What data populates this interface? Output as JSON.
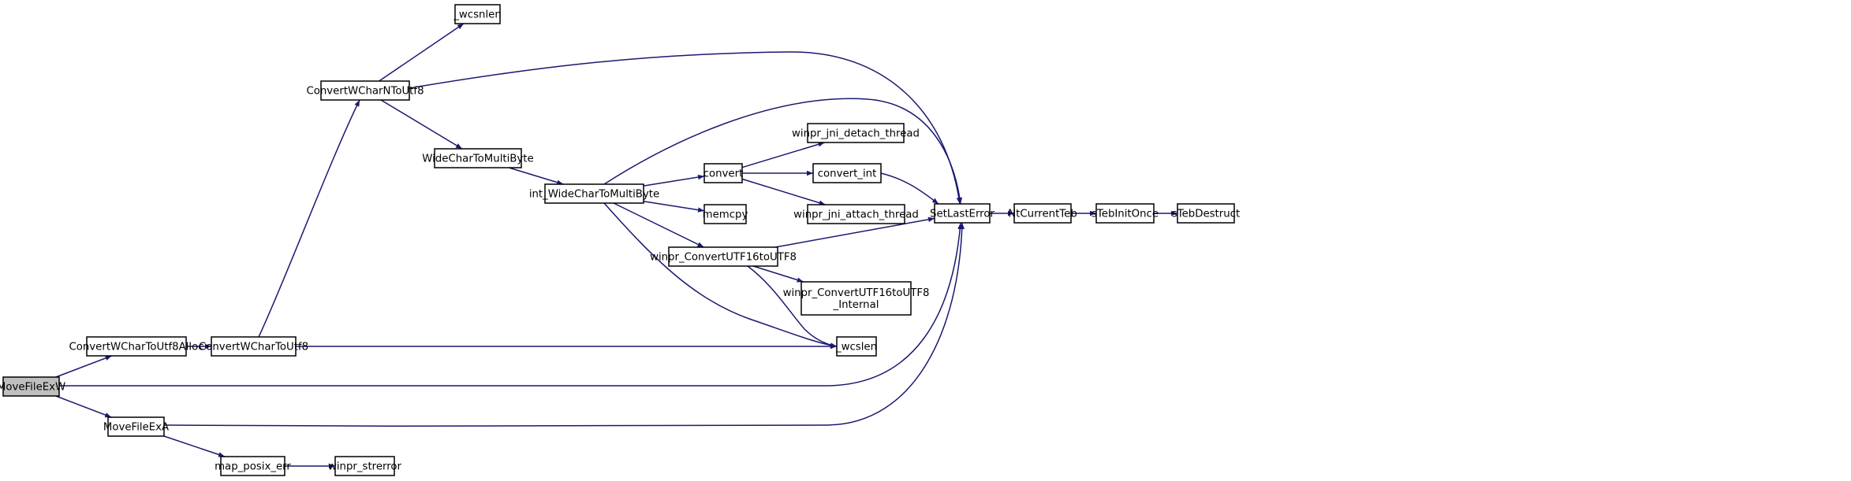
{
  "diagram": {
    "type": "call-graph",
    "colors": {
      "edge": "#191970",
      "root_fill": "#bfbfbf",
      "node_fill": "#ffffff",
      "node_border": "#000000"
    },
    "nodes": [
      {
        "id": "MoveFileExW",
        "lines": [
          "MoveFileExW"
        ],
        "root": true
      },
      {
        "id": "ConvertWCharToUtf8Alloc",
        "lines": [
          "ConvertWCharToUtf8Alloc"
        ]
      },
      {
        "id": "ConvertWCharToUtf8",
        "lines": [
          "ConvertWCharToUtf8"
        ]
      },
      {
        "id": "ConvertWCharNToUtf8",
        "lines": [
          "ConvertWCharNToUtf8"
        ]
      },
      {
        "id": "_wcsnlen",
        "lines": [
          "_wcsnlen"
        ]
      },
      {
        "id": "WideCharToMultiByte",
        "lines": [
          "WideCharToMultiByte"
        ]
      },
      {
        "id": "int_WideCharToMultiByte",
        "lines": [
          "int_WideCharToMultiByte"
        ]
      },
      {
        "id": "convert",
        "lines": [
          "convert"
        ]
      },
      {
        "id": "winpr_jni_detach_thread",
        "lines": [
          "winpr_jni_detach_thread"
        ]
      },
      {
        "id": "convert_int",
        "lines": [
          "convert_int"
        ]
      },
      {
        "id": "winpr_jni_attach_thread",
        "lines": [
          "winpr_jni_attach_thread"
        ]
      },
      {
        "id": "memcpy",
        "lines": [
          "memcpy"
        ]
      },
      {
        "id": "winpr_ConvertUTF16toUTF8",
        "lines": [
          "winpr_ConvertUTF16toUTF8"
        ]
      },
      {
        "id": "winpr_ConvertUTF16toUTF8_Internal",
        "lines": [
          "winpr_ConvertUTF16toUTF8",
          "_Internal"
        ]
      },
      {
        "id": "_wcslen",
        "lines": [
          "_wcslen"
        ]
      },
      {
        "id": "SetLastError",
        "lines": [
          "SetLastError"
        ]
      },
      {
        "id": "NtCurrentTeb",
        "lines": [
          "NtCurrentTeb"
        ]
      },
      {
        "id": "sTebInitOnce",
        "lines": [
          "sTebInitOnce"
        ]
      },
      {
        "id": "sTebDestruct",
        "lines": [
          "sTebDestruct"
        ]
      },
      {
        "id": "MoveFileExA",
        "lines": [
          "MoveFileExA"
        ]
      },
      {
        "id": "map_posix_err",
        "lines": [
          "map_posix_err"
        ]
      },
      {
        "id": "winpr_strerror",
        "lines": [
          "winpr_strerror"
        ]
      }
    ],
    "edges": [
      {
        "from": "MoveFileExW",
        "to": "ConvertWCharToUtf8Alloc"
      },
      {
        "from": "MoveFileExW",
        "to": "SetLastError"
      },
      {
        "from": "MoveFileExW",
        "to": "MoveFileExA"
      },
      {
        "from": "ConvertWCharToUtf8Alloc",
        "to": "ConvertWCharToUtf8"
      },
      {
        "from": "ConvertWCharToUtf8",
        "to": "ConvertWCharNToUtf8"
      },
      {
        "from": "ConvertWCharToUtf8",
        "to": "_wcslen"
      },
      {
        "from": "ConvertWCharNToUtf8",
        "to": "_wcsnlen"
      },
      {
        "from": "ConvertWCharNToUtf8",
        "to": "SetLastError"
      },
      {
        "from": "ConvertWCharNToUtf8",
        "to": "WideCharToMultiByte"
      },
      {
        "from": "WideCharToMultiByte",
        "to": "int_WideCharToMultiByte"
      },
      {
        "from": "int_WideCharToMultiByte",
        "to": "SetLastError"
      },
      {
        "from": "int_WideCharToMultiByte",
        "to": "convert"
      },
      {
        "from": "int_WideCharToMultiByte",
        "to": "memcpy"
      },
      {
        "from": "int_WideCharToMultiByte",
        "to": "winpr_ConvertUTF16toUTF8"
      },
      {
        "from": "int_WideCharToMultiByte",
        "to": "_wcslen"
      },
      {
        "from": "convert",
        "to": "winpr_jni_detach_thread"
      },
      {
        "from": "convert",
        "to": "convert_int"
      },
      {
        "from": "convert",
        "to": "winpr_jni_attach_thread"
      },
      {
        "from": "convert_int",
        "to": "SetLastError"
      },
      {
        "from": "winpr_ConvertUTF16toUTF8",
        "to": "SetLastError"
      },
      {
        "from": "winpr_ConvertUTF16toUTF8",
        "to": "winpr_ConvertUTF16toUTF8_Internal"
      },
      {
        "from": "winpr_ConvertUTF16toUTF8",
        "to": "_wcslen"
      },
      {
        "from": "SetLastError",
        "to": "NtCurrentTeb"
      },
      {
        "from": "NtCurrentTeb",
        "to": "sTebInitOnce"
      },
      {
        "from": "sTebInitOnce",
        "to": "sTebDestruct"
      },
      {
        "from": "MoveFileExA",
        "to": "SetLastError"
      },
      {
        "from": "MoveFileExA",
        "to": "map_posix_err"
      },
      {
        "from": "map_posix_err",
        "to": "winpr_strerror"
      }
    ]
  }
}
